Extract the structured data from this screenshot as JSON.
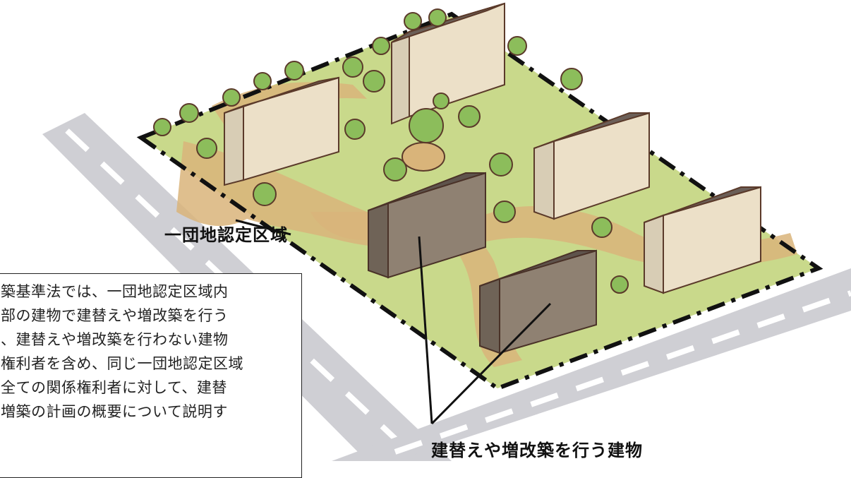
{
  "labels": {
    "area": "一団地認定区域",
    "buildings": "建替えや増改築を行う建物"
  },
  "note": {
    "lines": [
      "築基準法では、一団地認定区域内",
      "部の建物で建替えや増改築を行う",
      "、建替えや増改築を行わない建物",
      "権利者を含め、同じ一団地認定区域",
      "全ての関係権利者に対して、建替",
      "増築の計画の概要について説明す"
    ]
  },
  "colors": {
    "road": "#cfcfd4",
    "ground": "#c9d98b",
    "path": "#d9b47a",
    "building_new": "#ece0c8",
    "building_old": "#8f8172",
    "roof": "#6b5f58",
    "tree": "#8cbd5b"
  }
}
